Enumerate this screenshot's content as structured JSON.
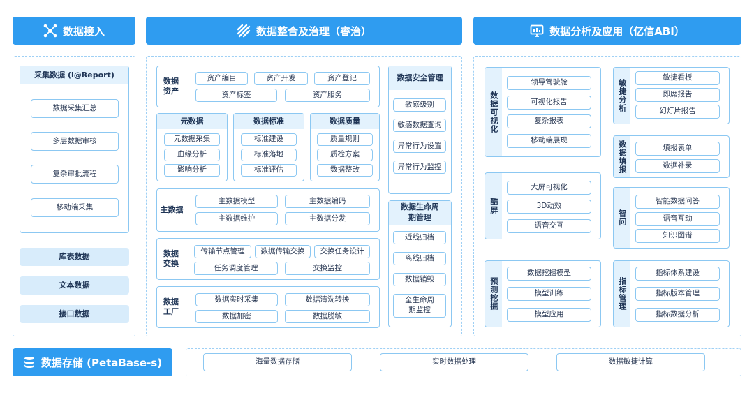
{
  "headers": {
    "ingest": "数据接入",
    "govern": "数据整合及治理（睿治）",
    "analysis": "数据分析及应用（亿信ABI）",
    "storage": "数据存储 (PetaBase-s)"
  },
  "ingest": {
    "report_title": "采集数据 (i@Report)",
    "report_items": [
      "数据采集汇总",
      "多层数据审核",
      "复杂审批流程",
      "移动端采集"
    ],
    "sources": [
      "库表数据",
      "文本数据",
      "接口数据"
    ]
  },
  "govern": {
    "asset": {
      "label": "数据资产",
      "items": [
        "资产编目",
        "资产开发",
        "资产登记",
        "资产标签",
        "资产服务"
      ]
    },
    "meta": {
      "title": "元数据",
      "items": [
        "元数据采集",
        "血缘分析",
        "影响分析"
      ]
    },
    "standard": {
      "title": "数据标准",
      "items": [
        "标准建设",
        "标准落地",
        "标准评估"
      ]
    },
    "quality": {
      "title": "数据质量",
      "items": [
        "质量规则",
        "质检方案",
        "数据整改"
      ]
    },
    "master": {
      "label": "主数据",
      "items": [
        "主数据模型",
        "主数据编码",
        "主数据维护",
        "主数据分发"
      ]
    },
    "exchange": {
      "label": "数据交换",
      "items": [
        "传输节点管理",
        "数据传输交换",
        "交换任务设计",
        "任务调度管理",
        "交换监控"
      ]
    },
    "factory": {
      "label": "数据工厂",
      "items": [
        "数据实时采集",
        "数据清洗转换",
        "数据加密",
        "数据脱敏"
      ]
    },
    "security": {
      "title": "数据安全管理",
      "items": [
        "敏感级别",
        "敏感数据查询",
        "异常行为设置",
        "异常行为监控"
      ]
    },
    "lifecycle": {
      "title": "数据生命周期管理",
      "items": [
        "近线归档",
        "离线归档",
        "数据销毁",
        "全生命周期监控"
      ]
    }
  },
  "analysis": {
    "visual": {
      "label": "数据可视化",
      "items": [
        "领导驾驶舱",
        "可视化报告",
        "复杂报表",
        "移动端展现"
      ]
    },
    "agile": {
      "label": "敏捷分析",
      "items": [
        "敏捷看板",
        "即席报告",
        "幻灯片报告"
      ]
    },
    "fill": {
      "label": "数据填报",
      "items": [
        "填报表单",
        "数据补录"
      ]
    },
    "cool": {
      "label": "酷屏",
      "items": [
        "大屏可视化",
        "3D动效",
        "语音交互"
      ]
    },
    "smart": {
      "label": "智问",
      "items": [
        "智能数据问答",
        "语音互动",
        "知识图谱"
      ]
    },
    "predict": {
      "label": "预测挖掘",
      "items": [
        "数据挖掘模型",
        "模型训练",
        "模型应用"
      ]
    },
    "indicator": {
      "label": "指标管理",
      "items": [
        "指标体系建设",
        "指标版本管理",
        "指标数据分析"
      ]
    }
  },
  "storage": {
    "items": [
      "海量数据存储",
      "实时数据处理",
      "数据敏捷计算"
    ]
  },
  "colors": {
    "header": "#2f9cf0",
    "border": "#8cc8f2",
    "title_bg": "#e3f2fd"
  }
}
